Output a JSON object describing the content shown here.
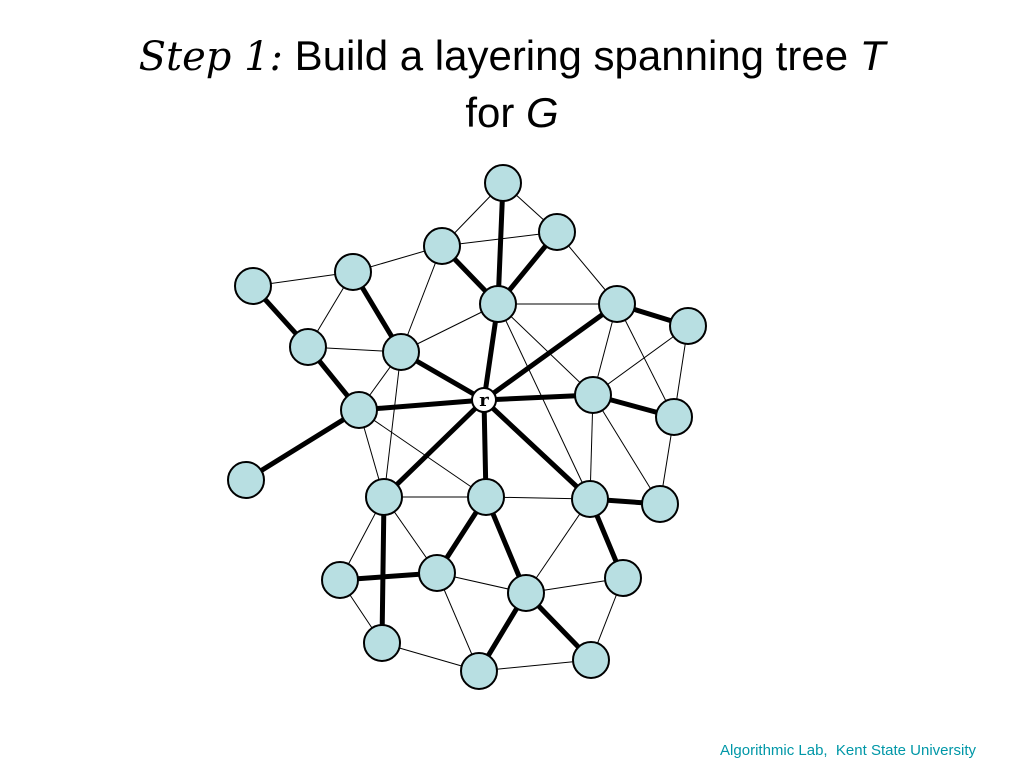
{
  "title": {
    "step": "Step 1:",
    "text": " Build a layering spanning tree ",
    "t_var": "T",
    "line2": "for ",
    "g_var": "G"
  },
  "graph": {
    "root_label": "r",
    "node_color": "#b8dfe2",
    "nodes": [
      "n0",
      "n1",
      "n2",
      "n3",
      "n4",
      "n5",
      "n6",
      "n7",
      "n8",
      "n9",
      "n10",
      "n11",
      "n12",
      "n13",
      "n14",
      "n15",
      "n16",
      "n17",
      "n18",
      "n19",
      "n20",
      "n21",
      "n22",
      "n23",
      "n24",
      "n25",
      "r"
    ],
    "tree_edges": [
      [
        "n0",
        "r"
      ],
      [
        "n3",
        "n4"
      ],
      [
        "n2",
        "n4"
      ],
      [
        "n1",
        "r"
      ],
      [
        "r",
        "n11"
      ],
      [
        "r",
        "n12"
      ],
      [
        "r",
        "n8"
      ],
      [
        "n12",
        "n13"
      ],
      [
        "r",
        "n15"
      ],
      [
        "r",
        "n16"
      ],
      [
        "r",
        "n17"
      ],
      [
        "n17",
        "n18"
      ],
      [
        "n5",
        "n7"
      ],
      [
        "n7",
        "n10"
      ],
      [
        "n10",
        "r"
      ],
      [
        "n10",
        "n9"
      ],
      [
        "n6",
        "r"
      ],
      [
        "n15",
        "n20"
      ],
      [
        "n19",
        "n20"
      ],
      [
        "n15",
        "n23"
      ],
      [
        "n16",
        "n21"
      ],
      [
        "n16",
        "n22"
      ],
      [
        "n22",
        "n24"
      ],
      [
        "n22",
        "n25"
      ],
      [
        "n17",
        "n14"
      ]
    ],
    "thin_edges": [
      [
        "n0",
        "n2"
      ],
      [
        "n0",
        "n3"
      ],
      [
        "n3",
        "n1"
      ],
      [
        "n1",
        "n4"
      ],
      [
        "n2",
        "n1"
      ],
      [
        "n4",
        "n3"
      ],
      [
        "n1",
        "n12"
      ],
      [
        "n12",
        "n6"
      ],
      [
        "n6",
        "n7"
      ],
      [
        "n5",
        "n6"
      ],
      [
        "n7",
        "n10"
      ],
      [
        "n6",
        "n10"
      ],
      [
        "n6",
        "n15"
      ],
      [
        "n10",
        "n15"
      ],
      [
        "n10",
        "n9"
      ],
      [
        "n4",
        "n12"
      ],
      [
        "n2",
        "n12"
      ],
      [
        "n11",
        "n12"
      ],
      [
        "n11",
        "n14"
      ],
      [
        "n11",
        "n13"
      ],
      [
        "n13",
        "n14"
      ],
      [
        "n13",
        "n18"
      ],
      [
        "n14",
        "n18"
      ],
      [
        "n14",
        "n17"
      ],
      [
        "n14",
        "n16"
      ],
      [
        "n17",
        "n16"
      ],
      [
        "n17",
        "n21"
      ],
      [
        "n18",
        "n21"
      ],
      [
        "n15",
        "n19"
      ],
      [
        "n15",
        "n16"
      ],
      [
        "n16",
        "n20"
      ],
      [
        "n20",
        "n22"
      ],
      [
        "n20",
        "n23"
      ],
      [
        "n22",
        "n21"
      ],
      [
        "n23",
        "n24"
      ],
      [
        "n24",
        "n25"
      ],
      [
        "n25",
        "n21"
      ],
      [
        "n8",
        "n12"
      ]
    ]
  },
  "footer": {
    "text": "Algorithmic Lab,  Kent State University"
  }
}
